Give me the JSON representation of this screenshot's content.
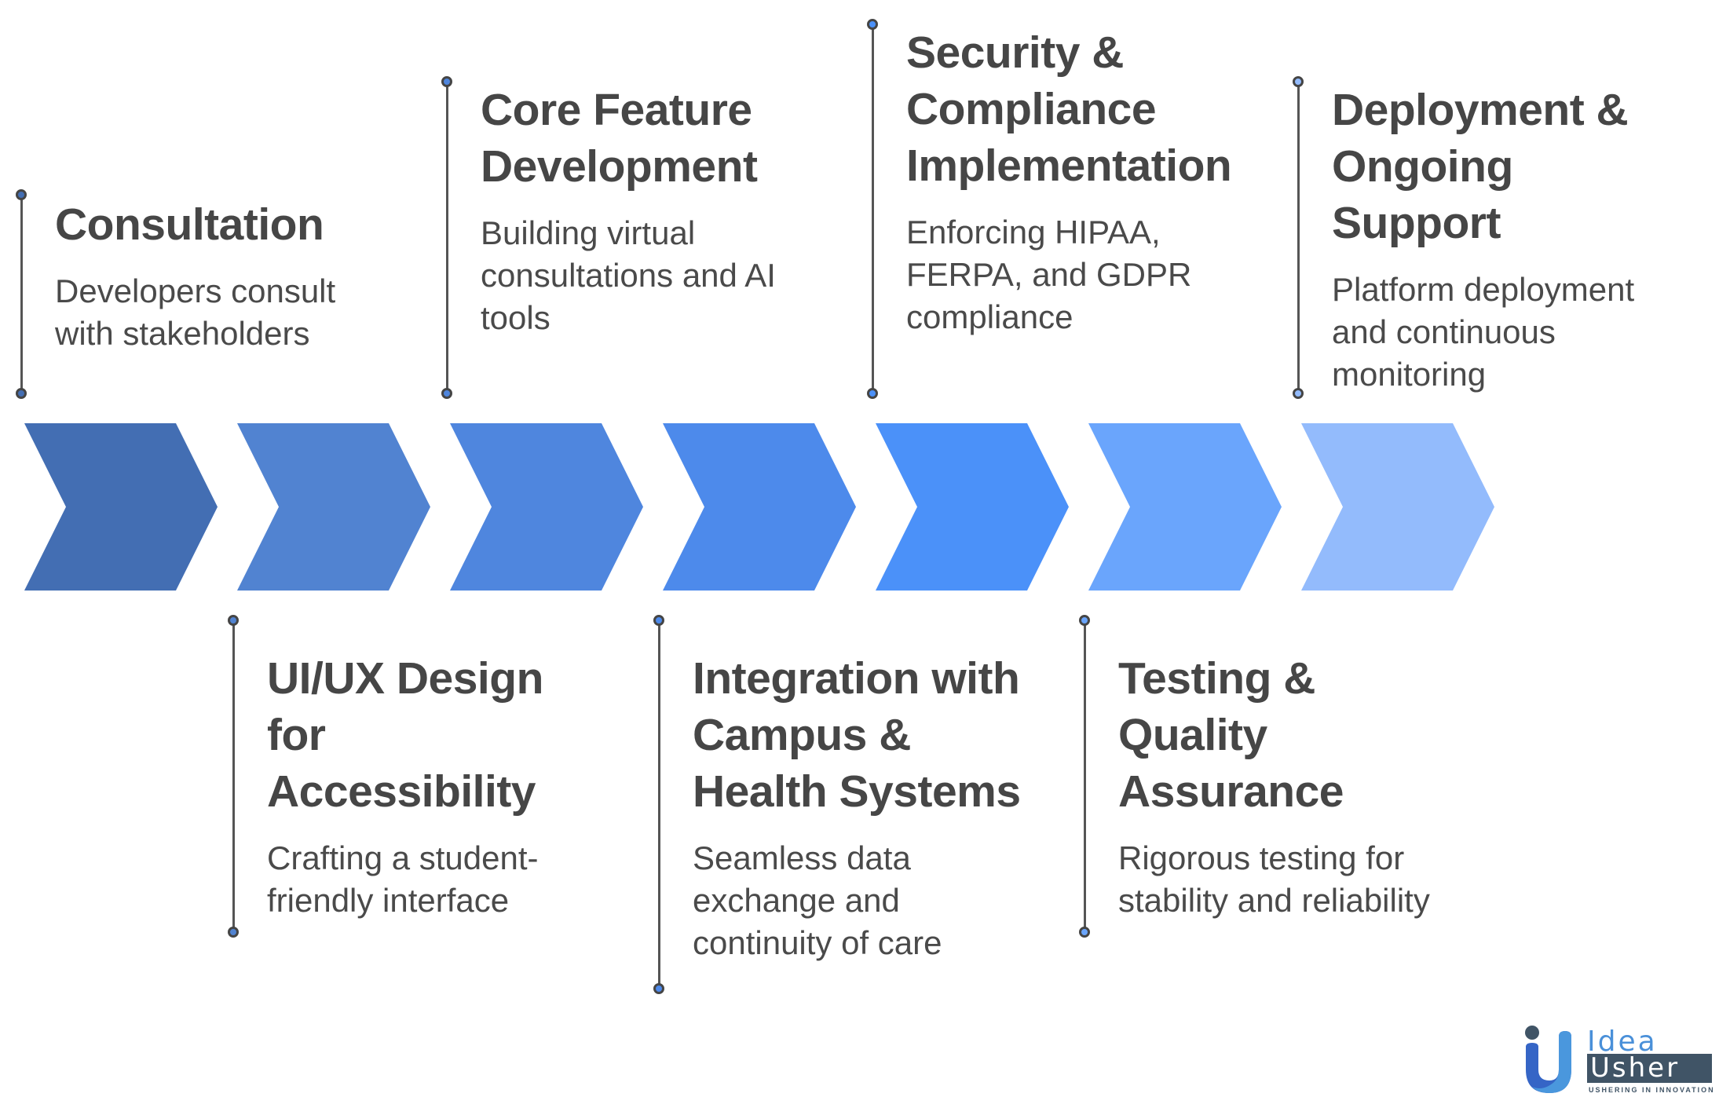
{
  "steps": [
    {
      "title": "Consultation",
      "desc": "Developers consult\nwith stakeholders",
      "color": "#436EB3"
    },
    {
      "title": "UI/UX Design\nfor\nAccessibility",
      "desc": "Crafting a student-\nfriendly interface",
      "color": "#5183D1"
    },
    {
      "title": "Core Feature\nDevelopment",
      "desc": "Building virtual\nconsultations and AI\ntools",
      "color": "#4F86DE"
    },
    {
      "title": "Integration with\nCampus &\nHealth Systems",
      "desc": "Seamless data\nexchange and\ncontinuity of care",
      "color": "#4D8AEB"
    },
    {
      "title": "Security &\nCompliance\nImplementation",
      "desc": "Enforcing HIPAA,\nFERPA, and GDPR\ncompliance",
      "color": "#4B91F9"
    },
    {
      "title": "Testing &\nQuality\nAssurance",
      "desc": "Rigorous testing for\nstability and reliability",
      "color": "#6AA5FC"
    },
    {
      "title": "Deployment &\nOngoing Support",
      "desc": "Platform deployment\nand continuous\nmonitoring",
      "color": "#93BBFC"
    }
  ],
  "logo": {
    "line1": "Idea",
    "line2": "Usher",
    "tagline": "USHERING IN INNOVATION"
  }
}
